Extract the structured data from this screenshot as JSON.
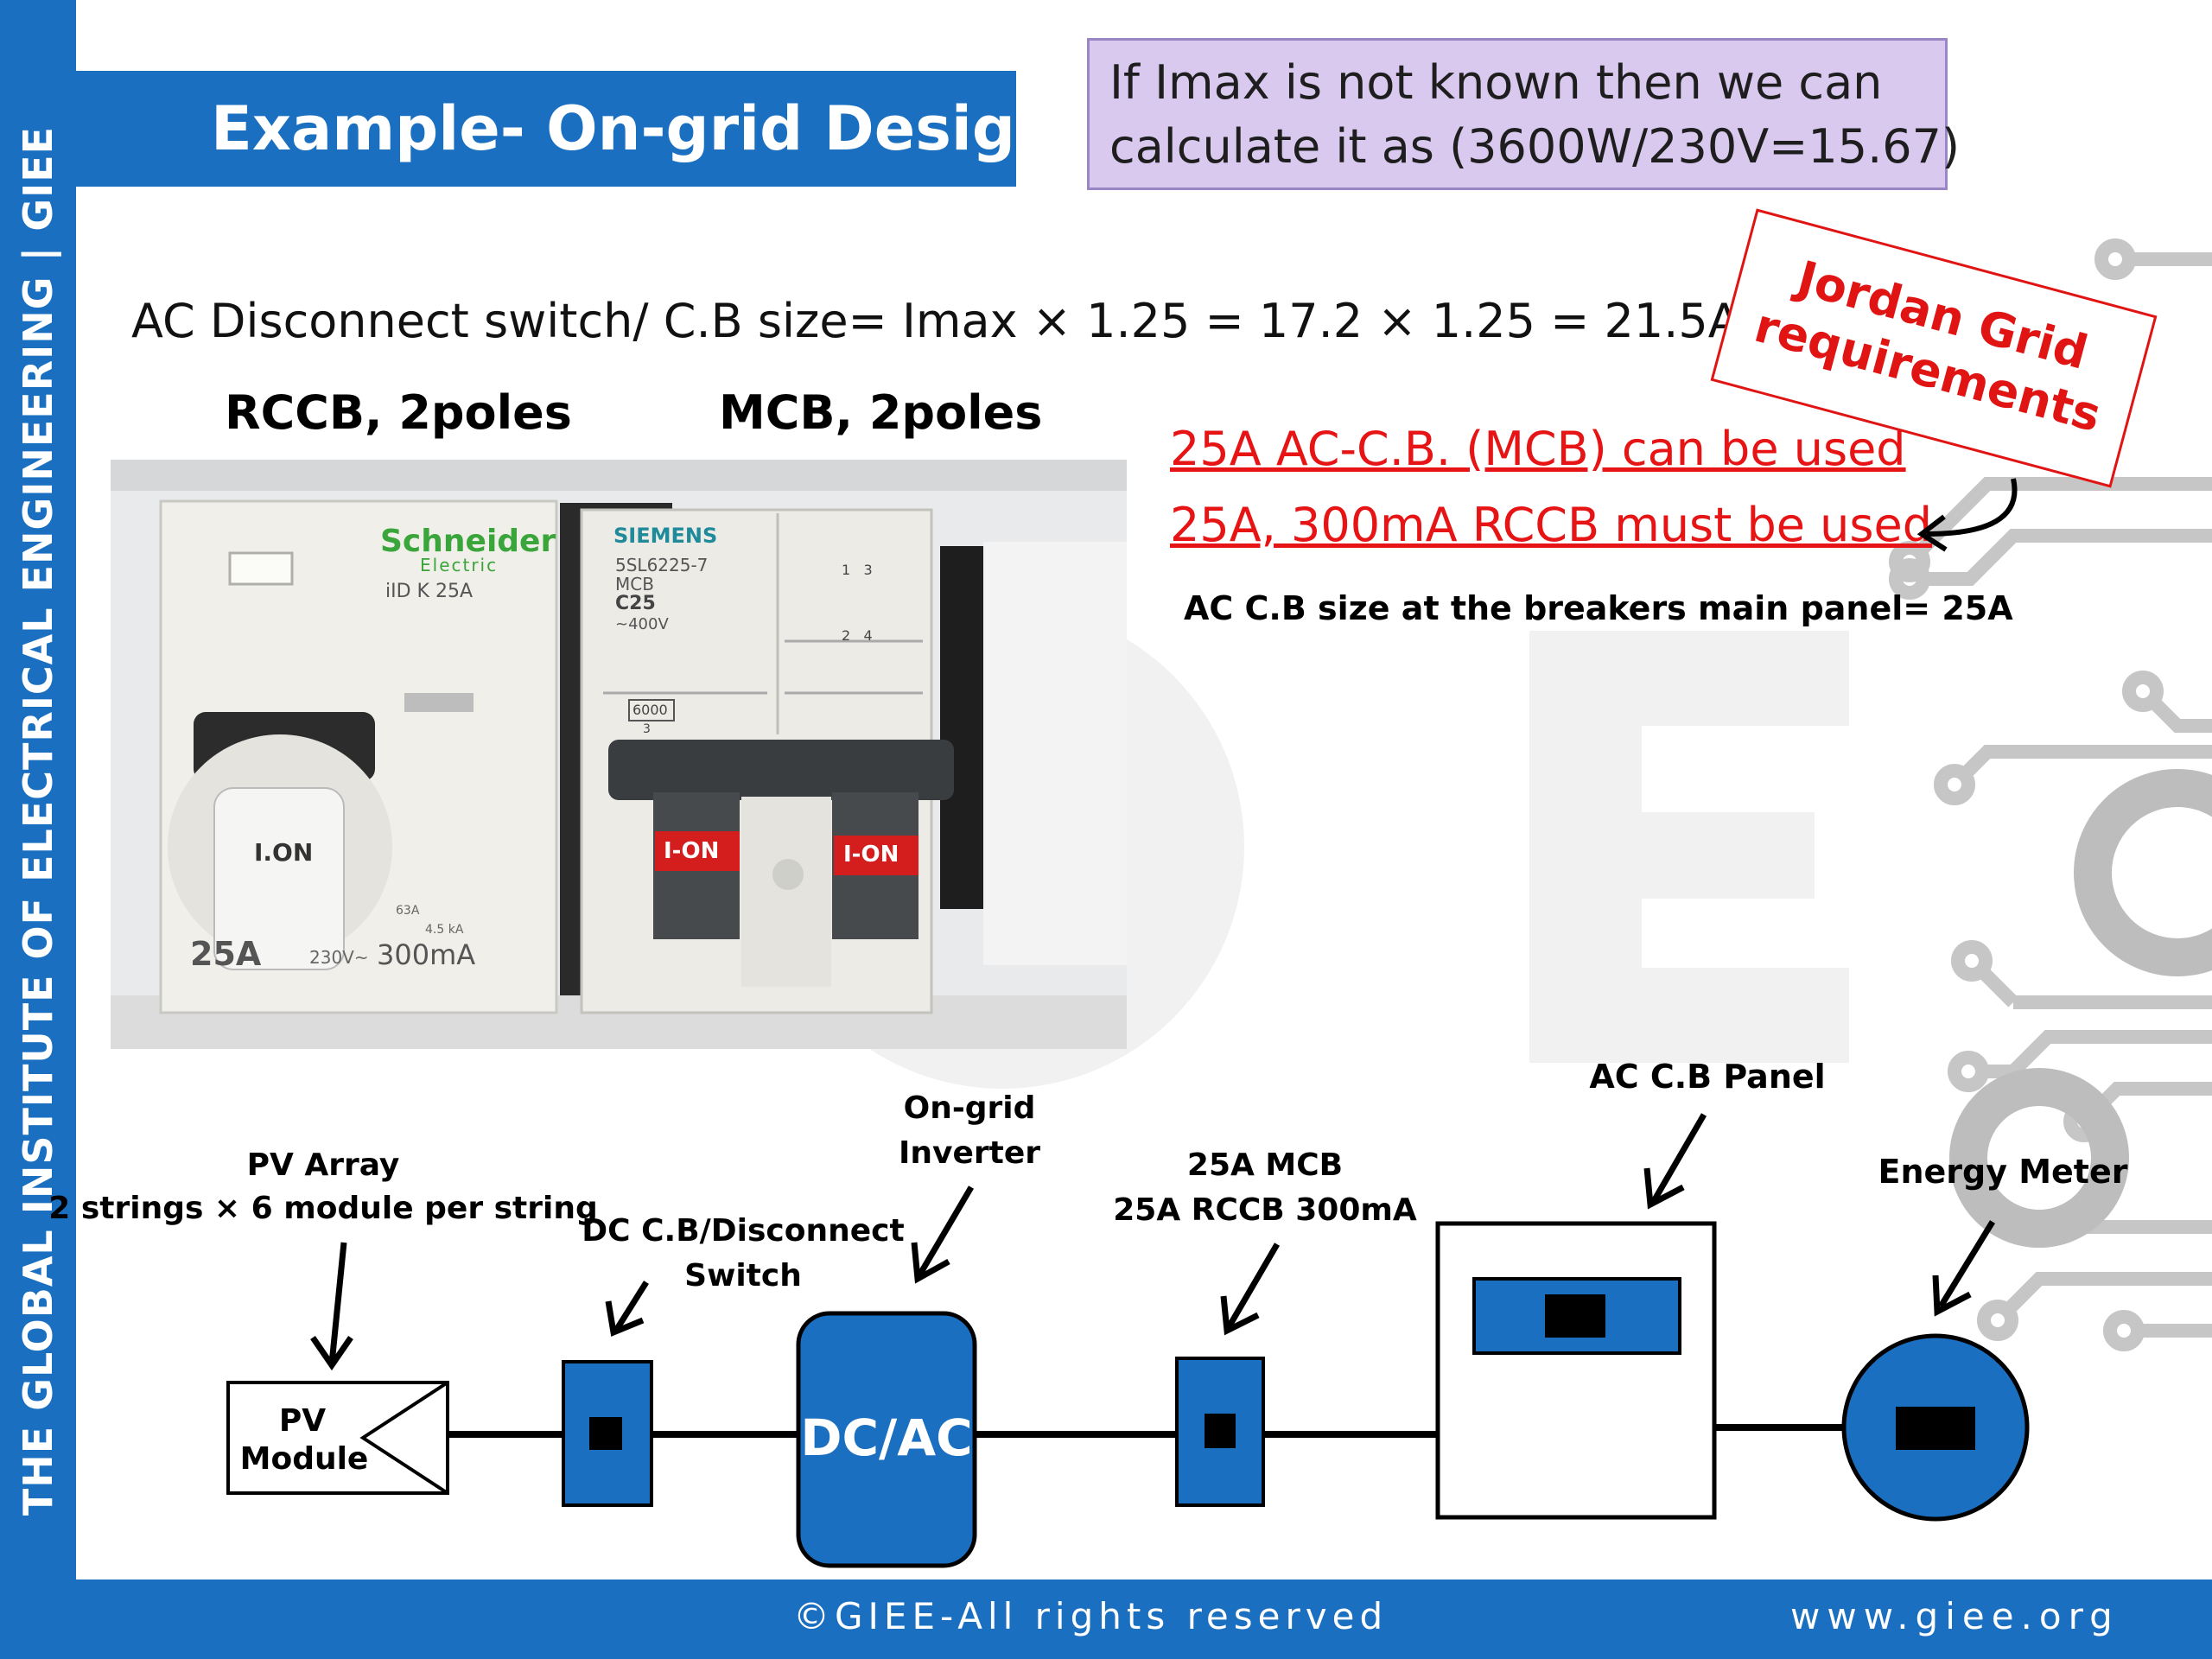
{
  "sidebar": {
    "text": "THE GLOBAL INSTITUTE OF ELECTRICAL ENGINEERING | GIEE"
  },
  "header": {
    "title": "Example- On-grid Design"
  },
  "note": {
    "line1": "If Imax is not known then we can",
    "line2": "calculate it as (3600W/230V=15.67)"
  },
  "formula": "AC Disconnect switch/ C.B size= Imax × 1.25 = 17.2 × 1.25 = 21.5A",
  "photo": {
    "label_left": "RCCB, 2poles",
    "label_right": "MCB, 2poles",
    "rccb": {
      "brand": "Schneider",
      "brand_sub": "Electric",
      "model": "iID K  25A",
      "handle_text": "I.ON",
      "rating": "25A",
      "voltage": "230V~",
      "sensitivity": "300mA",
      "fuse_rating": "63A",
      "fuse_ka": "4.5 kA"
    },
    "mcb": {
      "brand": "SIEMENS",
      "part": "5SL6225-7",
      "type": "MCB",
      "rating": "C25",
      "voltage": "~400V",
      "capacity": "6000",
      "capacity_class": "3",
      "handle_text_1": "I-ON",
      "handle_text_2": "I-ON",
      "terminals_top": "1   3",
      "terminals_bottom": "2   4"
    }
  },
  "jordan": {
    "line1": "Jordan Grid",
    "line2": "requirements"
  },
  "requirements": {
    "line1": "25A AC-C.B. (MCB) can be used",
    "line2": "25A, 300mA RCCB must be used",
    "panel": "AC C.B size at the breakers main panel= 25A"
  },
  "diagram": {
    "pv_array_title": "PV Array",
    "pv_array_sub": "2 strings × 6 module per string",
    "pv_module_1": "PV",
    "pv_module_2": "Module",
    "dc_cb_1": "DC C.B/Disconnect",
    "dc_cb_2": "Switch",
    "inverter_1": "On-grid",
    "inverter_2": "Inverter",
    "inverter_box": "DC/AC",
    "mcb_1": "25A MCB",
    "mcb_2": "25A RCCB 300mA",
    "panel": "AC C.B Panel",
    "meter": "Energy Meter"
  },
  "footer": {
    "copyright": "©GIEE-All rights reserved",
    "url": "www.giee.org"
  },
  "colors": {
    "brand_blue": "#1a6fc0",
    "note_bg": "#d9c9ef",
    "alert_red": "#e61414",
    "watermark_gray": "#c8c8c8"
  }
}
